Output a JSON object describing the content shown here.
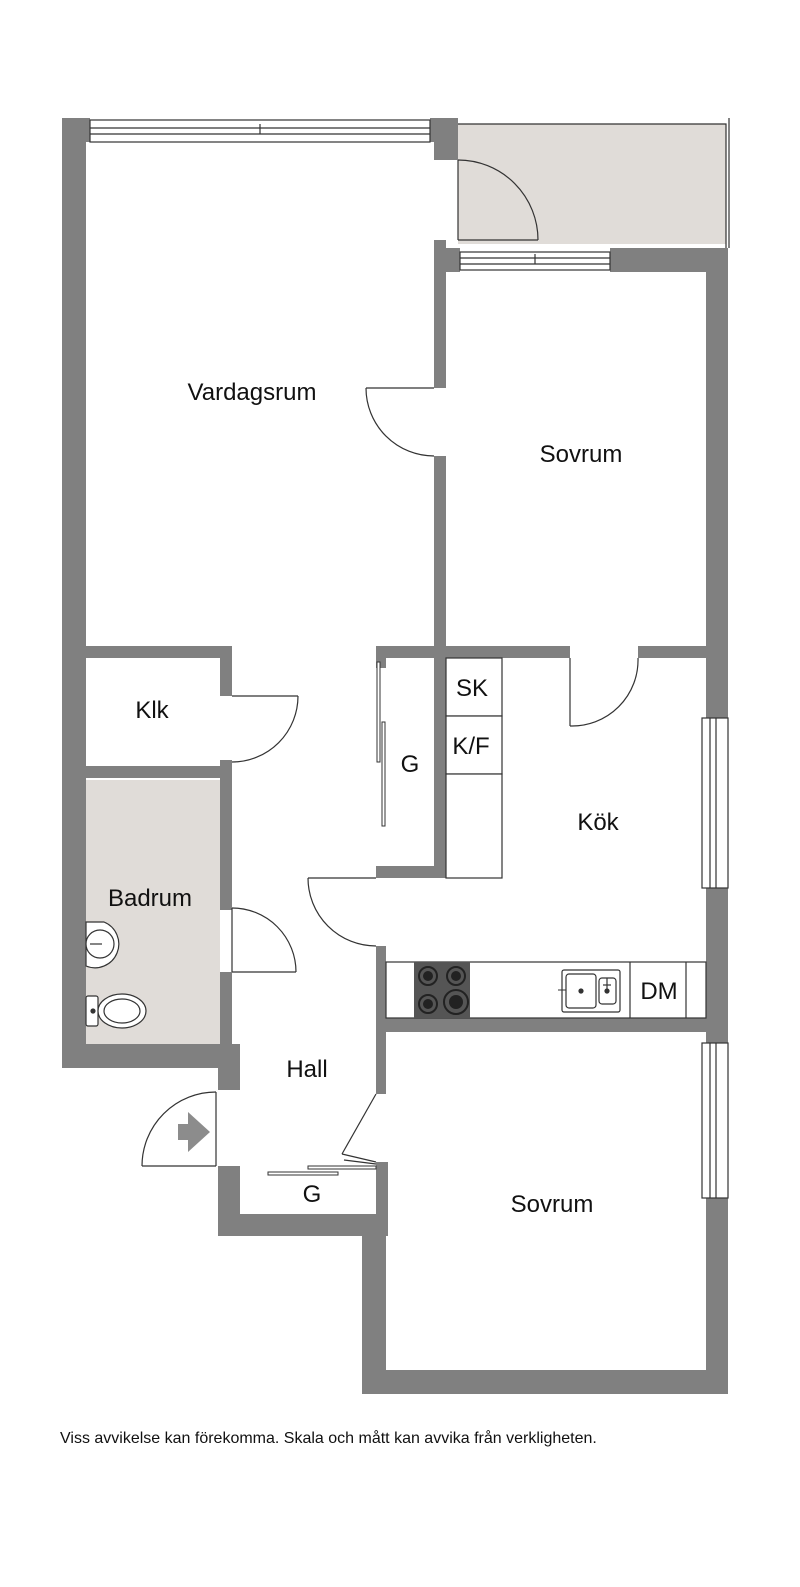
{
  "rooms": {
    "vardagsrum": "Vardagsrum",
    "sovrum_upper": "Sovrum",
    "klk": "Klk",
    "kok": "Kök",
    "badrum": "Badrum",
    "hall": "Hall",
    "sovrum_lower": "Sovrum"
  },
  "fixtures": {
    "sk": "SK",
    "kf": "K/F",
    "g_hall_closet": "G",
    "g_lower_closet": "G",
    "dm": "DM"
  },
  "colors": {
    "wall": "#808080",
    "floor": "#ffffff",
    "wet_room_floor": "#e0dcd8",
    "balcony_floor": "#e0dcd8",
    "line": "#333333",
    "entrance_arrow": "#8c8c8c"
  },
  "icons": {
    "entrance": "entrance-arrow-icon",
    "stove": "stove-icon",
    "sink": "kitchen-sink-icon",
    "washbasin": "washbasin-icon",
    "toilet": "toilet-icon"
  },
  "footer": {
    "disclaimer": "Viss avvikelse kan förekomma. Skala och mått kan avvika från verkligheten."
  }
}
